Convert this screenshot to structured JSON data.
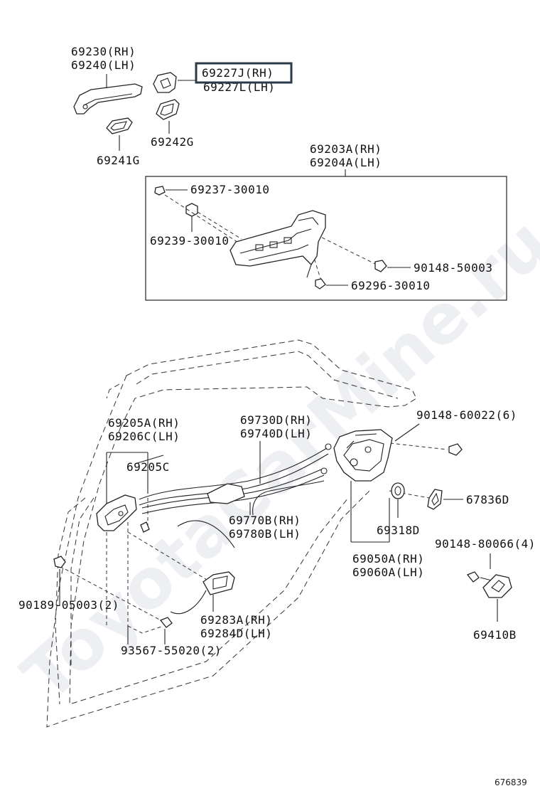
{
  "watermark": "ToyotaCarMine.ru",
  "figure_number": "676839",
  "labels": {
    "l69230": "69230(RH)",
    "l69240": "69240(LH)",
    "l69227j": "69227J(RH)",
    "l69227l": "69227L(LH)",
    "l69242g": "69242G",
    "l69241g": "69241G",
    "l69203a": "69203A(RH)",
    "l69204a": "69204A(LH)",
    "l69237": "69237-30010",
    "l69239": "69239-30010",
    "l90148_50003": "90148-50003",
    "l69296": "69296-30010",
    "l69205a": "69205A(RH)",
    "l69206c": "69206C(LH)",
    "l69205c": "69205C",
    "l69730d": "69730D(RH)",
    "l69740d": "69740D(LH)",
    "l90148_60022": "90148-60022(6)",
    "l67836d": "67836D",
    "l69770b": "69770B(RH)",
    "l69780b": "69780B(LH)",
    "l69318d": "69318D",
    "l69050a": "69050A(RH)",
    "l69060a": "69060A(LH)",
    "l90148_80066": "90148-80066(4)",
    "l90189": "90189-05003(2)",
    "l69283a": "69283A(RH)",
    "l69284d": "69284D(LH)",
    "l93567": "93567-55020(2)",
    "l69410b": "69410B"
  },
  "highlighted_part": "69227J(RH)",
  "colors": {
    "highlight_frame": "#2b3a4a",
    "line": "#222222",
    "watermark": "#dfe3e8"
  }
}
